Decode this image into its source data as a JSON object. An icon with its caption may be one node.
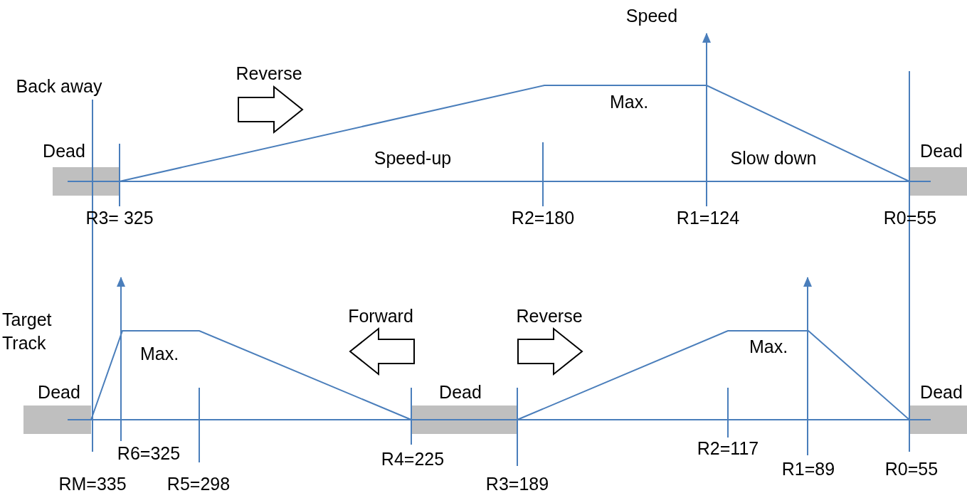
{
  "diagram": {
    "labels": [
      "Speed",
      "Reverse",
      "Back away",
      "Max.",
      "Dead",
      "Speed-up",
      "Slow down",
      "Dead",
      "R3= 325",
      "R2=180",
      "R1=124",
      "R0=55",
      "Target Track",
      "Forward",
      "Reverse",
      "Max.",
      "Max.",
      "Dead",
      "Dead",
      "Dead",
      "R6=325",
      "R2=117",
      "R4=225",
      "R1=89",
      "R0=55",
      "RM=335",
      "R5=298",
      "R3=189"
    ]
  }
}
